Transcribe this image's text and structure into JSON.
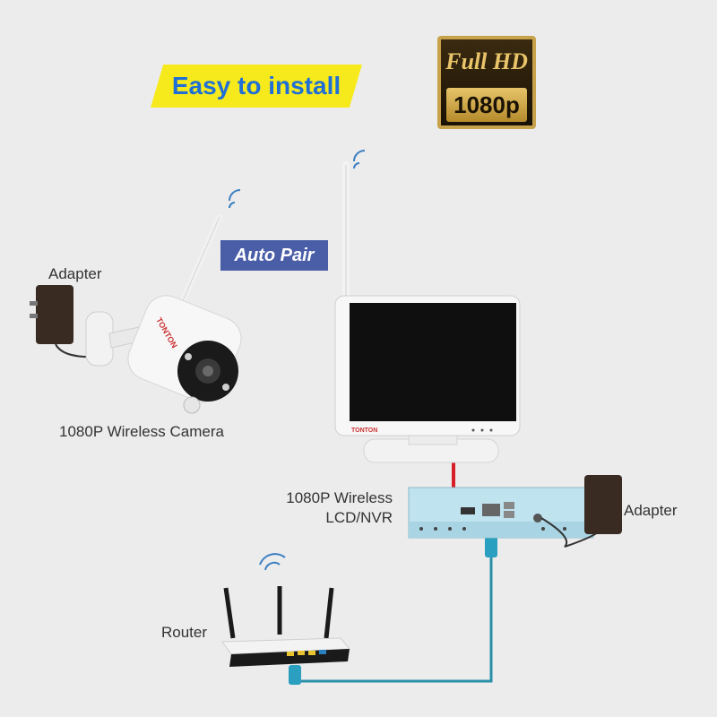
{
  "banner": {
    "text": "Easy to install",
    "bg_color": "#f7ea1c",
    "text_color": "#1f6fd6"
  },
  "badge": {
    "top": "Full HD",
    "bottom": "1080p"
  },
  "auto_pair": {
    "text": "Auto Pair",
    "color": "#4a5ea8"
  },
  "labels": {
    "camera_adapter": "Adapter",
    "camera": "1080P Wireless Camera",
    "nvr_line1": "1080P Wireless",
    "nvr_line2": "LCD/NVR",
    "nvr_adapter": "Adapter",
    "router": "Router"
  },
  "colors": {
    "arrow": "#d61f26",
    "cable": "#2a8fa8"
  }
}
